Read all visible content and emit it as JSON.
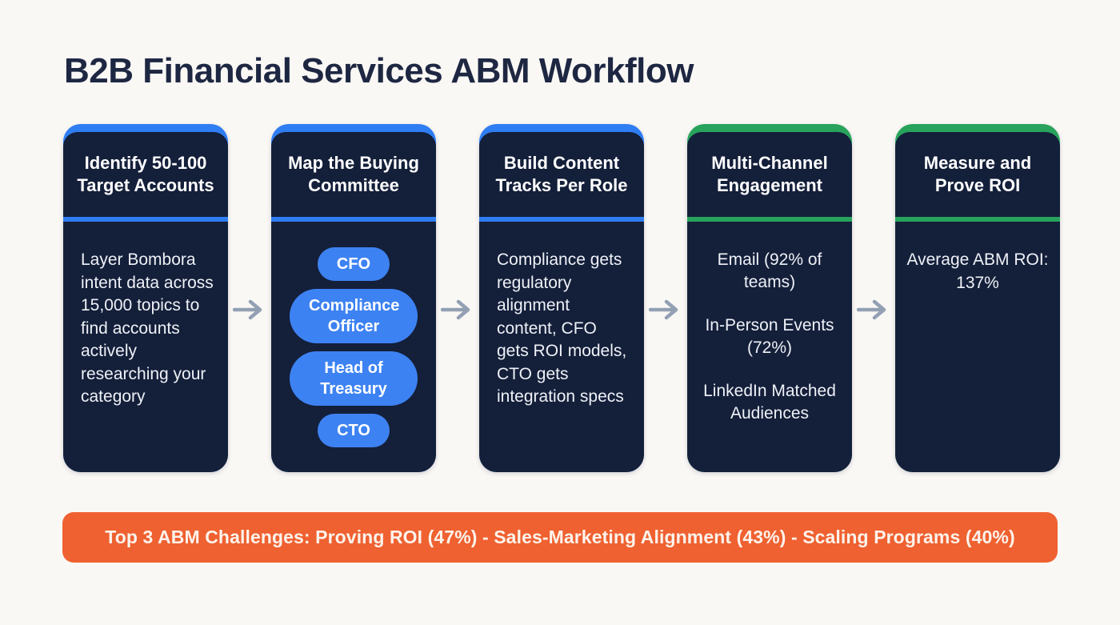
{
  "page": {
    "title": "B2B Financial Services ABM Workflow"
  },
  "colors": {
    "background": "#faf8f5",
    "title_text": "#1e2742",
    "card_background": "#141f3a",
    "blue_accent": "#2f7df2",
    "green_accent": "#28a35c",
    "pill_blue": "#3d82f2",
    "card_text": "#eef1f6",
    "arrow_gray": "#93a0b4",
    "banner_orange": "#ef6130",
    "banner_text": "#fdf3ec"
  },
  "workflow": {
    "arrow_icon": "arrow-right-icon",
    "cards": [
      {
        "title": "Identify 50-100 Target Accounts",
        "accent": "blue",
        "body": "Layer Bombora intent data across 15,000 topics to find accounts actively researching your category"
      },
      {
        "title": "Map the Buying Committee",
        "accent": "blue",
        "pills": [
          "CFO",
          "Compliance Officer",
          "Head of Treasury",
          "CTO"
        ]
      },
      {
        "title": "Build Content Tracks Per Role",
        "accent": "blue",
        "body": "Compliance gets regulatory alignment content, CFO gets ROI models, CTO gets integration specs"
      },
      {
        "title": "Multi-Channel Engagement",
        "accent": "green",
        "items": [
          "Email (92% of teams)",
          "In-Person Events (72%)",
          "LinkedIn Matched Audiences"
        ]
      },
      {
        "title": "Measure and Prove ROI",
        "accent": "green",
        "body": "Average ABM ROI: 137%"
      }
    ]
  },
  "banner": {
    "text": "Top 3 ABM Challenges: Proving ROI (47%) - Sales-Marketing Alignment (43%) - Scaling Programs (40%)"
  }
}
